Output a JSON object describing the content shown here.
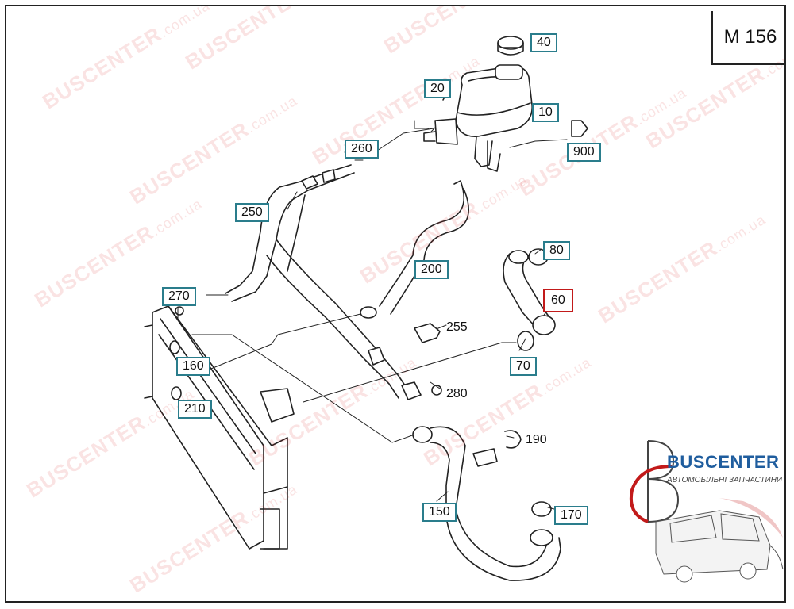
{
  "diagram": {
    "model_code": "M 156",
    "parts": [
      {
        "label": "40",
        "name": "cap"
      },
      {
        "label": "20",
        "name": "clip"
      },
      {
        "label": "10",
        "name": "expansion-tank"
      },
      {
        "label": "900",
        "name": "sensor"
      },
      {
        "label": "260",
        "name": "seal"
      },
      {
        "label": "250",
        "name": "hose"
      },
      {
        "label": "200",
        "name": "hose"
      },
      {
        "label": "80",
        "name": "clamp"
      },
      {
        "label": "60",
        "name": "hose",
        "highlighted": true
      },
      {
        "label": "270",
        "name": "seal"
      },
      {
        "label": "255",
        "name": "connector"
      },
      {
        "label": "160",
        "name": "seal"
      },
      {
        "label": "70",
        "name": "clamp"
      },
      {
        "label": "280",
        "name": "seal"
      },
      {
        "label": "210",
        "name": "seal"
      },
      {
        "label": "190",
        "name": "clamp"
      },
      {
        "label": "150",
        "name": "hose"
      },
      {
        "label": "170",
        "name": "seal"
      }
    ]
  },
  "watermark": {
    "brand": "BUSCENTER",
    "domain": ".com.ua"
  },
  "logo": {
    "name": "BUSCENTER",
    "tagline": "АВТОМОБІЛЬНІ ЗАПЧАСТИНИ",
    "colors": {
      "primary": "#1f5d9e",
      "accent": "#c21a1a"
    }
  }
}
